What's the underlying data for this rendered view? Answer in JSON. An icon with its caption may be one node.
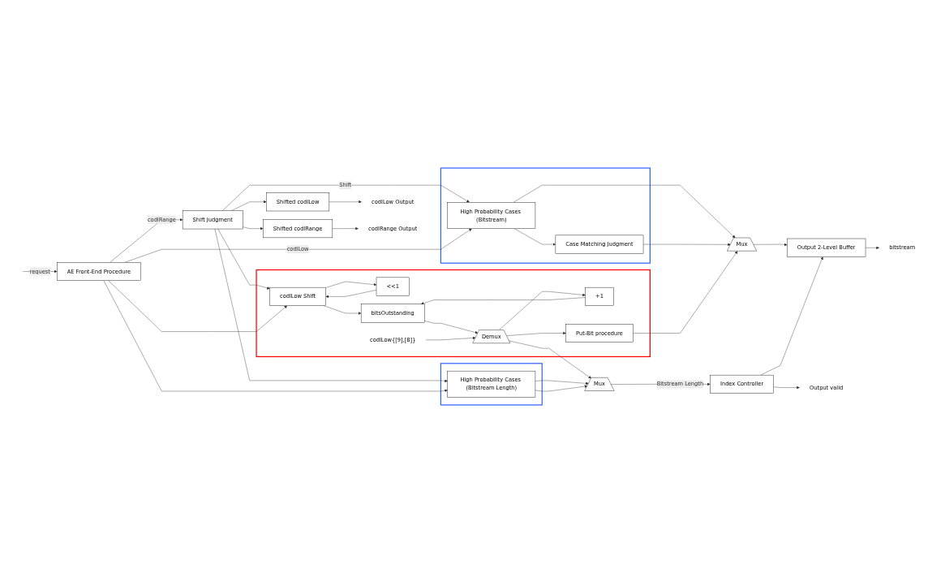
{
  "diagram": {
    "nodes": [
      {
        "text": [
          "AE Front-End Procedure"
        ]
      },
      {
        "text": [
          "Shift Judgment"
        ]
      },
      {
        "text": [
          "Shifted codlLow"
        ]
      },
      {
        "text": [
          "Shifted codlRange"
        ]
      },
      {
        "text": [
          "codlLow Output"
        ]
      },
      {
        "text": [
          "codlRange Output"
        ]
      },
      {
        "text": [],
        "shape": "box"
      },
      {
        "text": [
          "High Probability Cases (Bitstream)"
        ],
        "in": 6
      },
      {
        "text": [
          "Case Matching Judgment"
        ],
        "in": 6
      },
      {
        "text": [
          "Mux"
        ]
      },
      {
        "text": [
          "Output 2-Level Buffer"
        ]
      },
      {
        "text": [
          "bitstream"
        ]
      },
      {
        "text": [],
        "shape": "box"
      },
      {
        "text": [
          "codlLow Shift"
        ],
        "in": 12
      },
      {
        "text": [
          "<<1"
        ],
        "in": 12
      },
      {
        "text": [
          "bitsOutstanding"
        ],
        "in": 12
      },
      {
        "text": [
          "codlLow{[9],[8]}"
        ],
        "in": 12
      },
      {
        "text": [
          "Demux"
        ],
        "in": 12
      },
      {
        "text": [
          "+1"
        ],
        "in": 12
      },
      {
        "text": [
          "Put-Bit procedure"
        ],
        "in": 12
      },
      {
        "text": [],
        "shape": "box"
      },
      {
        "text": [
          "High Probability Cases (Bitstream Length)"
        ],
        "in": 20
      },
      {
        "text": [
          "Mux"
        ]
      },
      {
        "text": [
          "Index Controller"
        ]
      },
      {
        "text": [
          "Output valid"
        ]
      }
    ],
    "edges": [
      {
        "from": 0,
        "to": 1,
        "arrow": "to",
        "label": "codlRange"
      },
      {
        "from": 1,
        "to": 2,
        "arrow": "to"
      },
      {
        "from": 1,
        "to": 3,
        "arrow": "to"
      },
      {
        "from": 2,
        "to": 4,
        "arrow": "to"
      },
      {
        "from": 3,
        "to": 5,
        "arrow": "to"
      },
      {
        "from": 1,
        "to": 7,
        "arrow": "to",
        "label": "Shift"
      },
      {
        "from": 1,
        "to": 13,
        "arrow": "to"
      },
      {
        "from": 1,
        "to": 21,
        "arrow": "to"
      },
      {
        "from": 0,
        "to": 7,
        "arrow": "to",
        "label": "codlLow"
      },
      {
        "from": 0,
        "to": 13,
        "arrow": "to"
      },
      {
        "from": 0,
        "to": 21,
        "arrow": "to"
      },
      {
        "from": 7,
        "to": 8,
        "arrow": "to"
      },
      {
        "from": 7,
        "to": 9,
        "arrow": "to"
      },
      {
        "from": 8,
        "to": 9,
        "arrow": "to"
      },
      {
        "from": 13,
        "to": 15,
        "arrow": "to"
      },
      {
        "from": 13,
        "to": 14,
        "arrow": "to"
      },
      {
        "from": 14,
        "to": 13,
        "arrow": "to"
      },
      {
        "from": 15,
        "to": 17,
        "arrow": "to"
      },
      {
        "from": 16,
        "to": 17,
        "arrow": "to"
      },
      {
        "from": 17,
        "to": 19,
        "arrow": "to"
      },
      {
        "from": 17,
        "to": 18,
        "arrow": "to"
      },
      {
        "from": 18,
        "to": 15,
        "arrow": "to"
      },
      {
        "from": 19,
        "to": 9,
        "arrow": "to"
      },
      {
        "from": 17,
        "to": 22,
        "arrow": "to"
      },
      {
        "from": 21,
        "to": 22,
        "arrow": "to"
      },
      {
        "from": 21,
        "to": 22,
        "arrow": "to"
      },
      {
        "from": 9,
        "to": 10,
        "arrow": "to"
      },
      {
        "from": 10,
        "to": 11,
        "arrow": "to"
      },
      {
        "from": 22,
        "to": 23,
        "arrow": "to",
        "label": "Bitstream Length"
      },
      {
        "from": 23,
        "to": 10,
        "arrow": "to"
      },
      {
        "from": 23,
        "to": 24,
        "arrow": "to"
      },
      {
        "from": null,
        "to": 0,
        "arrow": "to",
        "label": "request"
      }
    ]
  }
}
